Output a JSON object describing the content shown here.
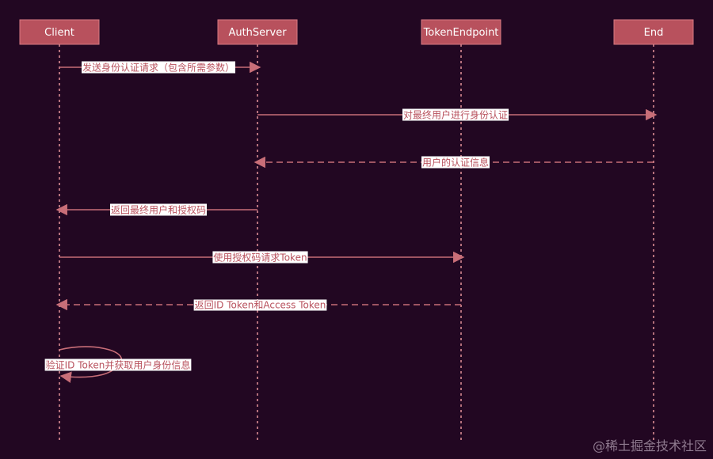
{
  "actors": [
    {
      "id": "client",
      "label": "Client"
    },
    {
      "id": "auth",
      "label": "AuthServer"
    },
    {
      "id": "token",
      "label": "TokenEndpoint"
    },
    {
      "id": "end",
      "label": "End"
    }
  ],
  "messages": [
    {
      "from": "client",
      "to": "auth",
      "label": "发送身份认证请求（包含所需参数）",
      "dashed": false
    },
    {
      "from": "auth",
      "to": "end",
      "label": "对最终用户进行身份认证",
      "dashed": false
    },
    {
      "from": "end",
      "to": "auth",
      "label": "用户的认证信息",
      "dashed": true
    },
    {
      "from": "auth",
      "to": "client",
      "label": "返回最终用户和授权码",
      "dashed": false
    },
    {
      "from": "client",
      "to": "token",
      "label": "使用授权码请求Token",
      "dashed": false
    },
    {
      "from": "token",
      "to": "client",
      "label": "返回ID Token和Access Token",
      "dashed": true
    },
    {
      "from": "client",
      "to": "client",
      "label": "验证ID Token并获取用户身份信息",
      "dashed": false
    }
  ],
  "watermark": "@稀土掘金技术社区",
  "colors": {
    "background": "#220722",
    "actor_fill": "#b8515d",
    "line": "#c86e78",
    "lifeline": "#d98a92",
    "label_text": "#b8515d"
  }
}
